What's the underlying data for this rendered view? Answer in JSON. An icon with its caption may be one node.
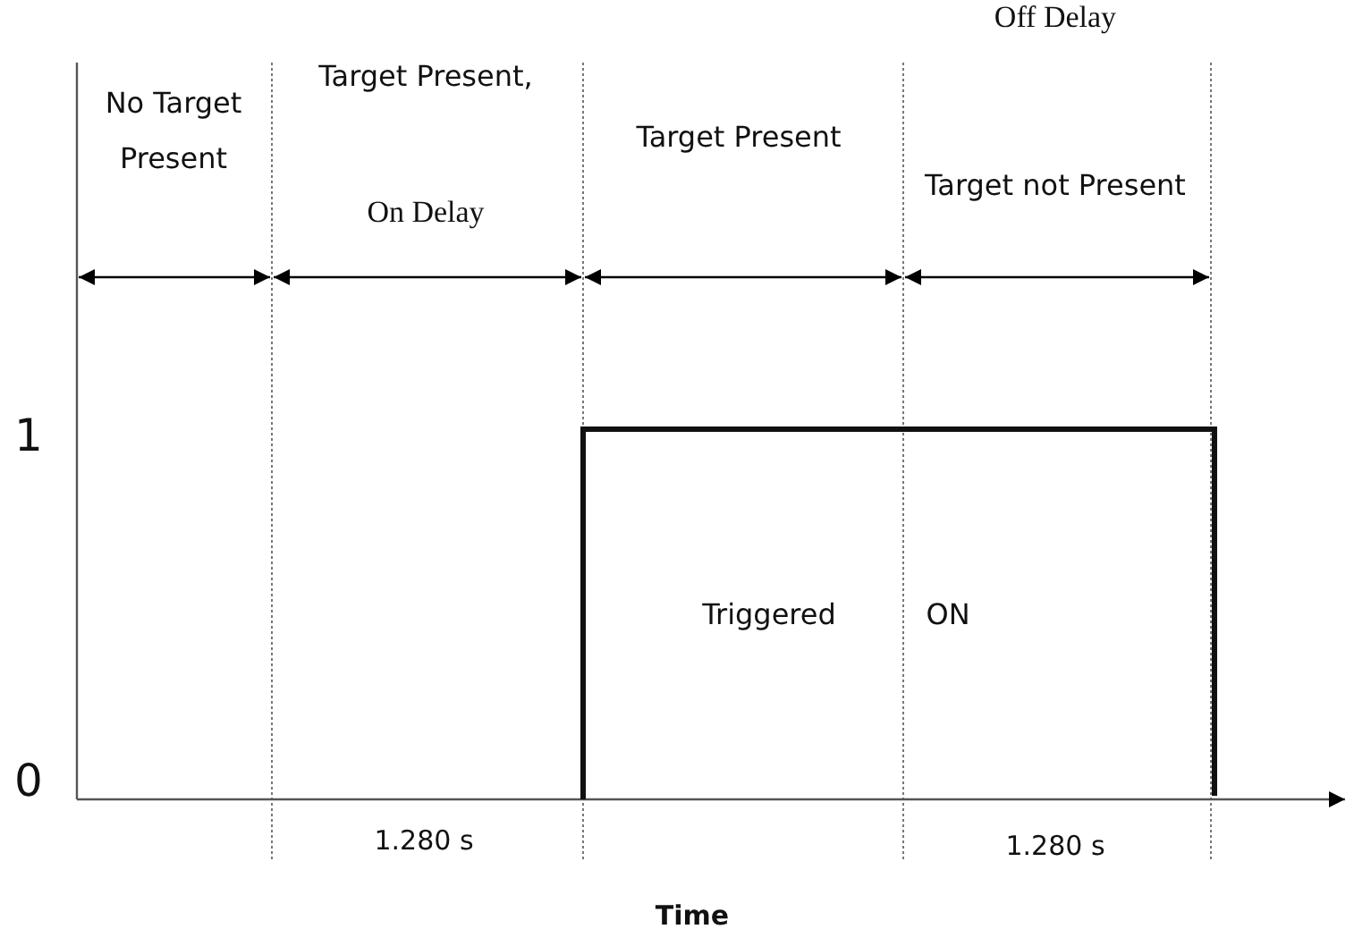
{
  "diagram": {
    "labels": [
      "Off Delay",
      "No Target Present",
      "Target Present,",
      "On Delay",
      "Target Present",
      "Target not Present",
      "1",
      "Triggered",
      "ON",
      "0",
      "1.280 s",
      "1.280 s",
      "Time"
    ]
  }
}
